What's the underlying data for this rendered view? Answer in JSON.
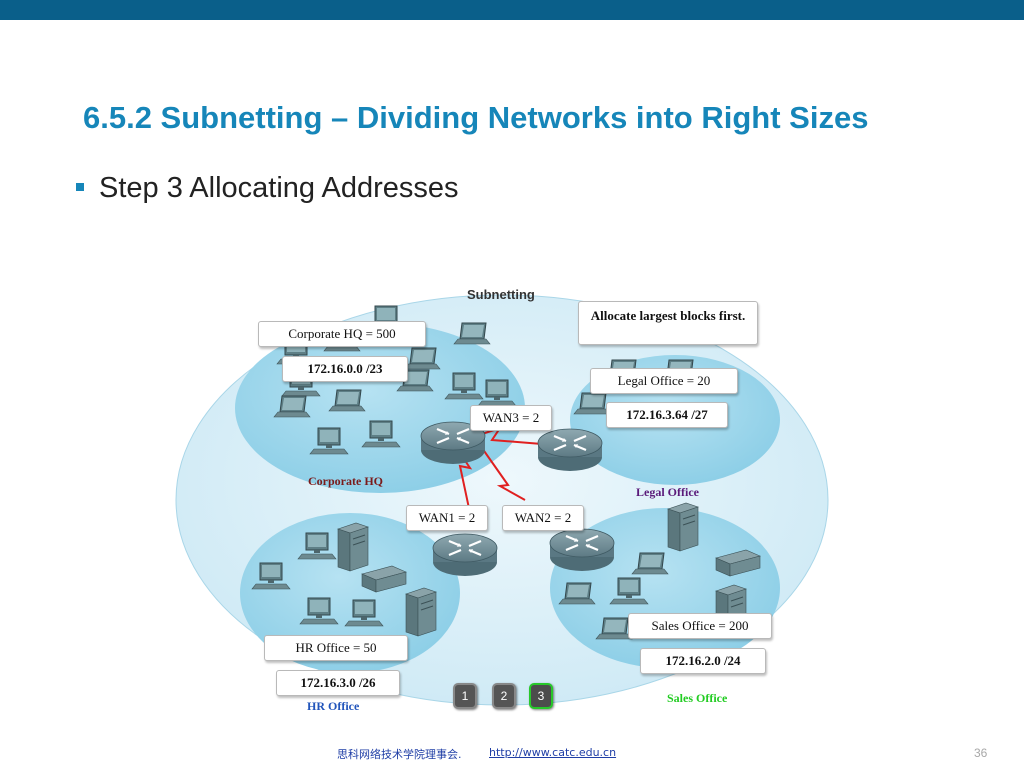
{
  "slide": {
    "title": "6.5.2 Subnetting – Dividing Networks into Right Sizes",
    "bullet": "Step 3 Allocating Addresses",
    "accent_color": "#1686b9",
    "bar_color": "#0a5f8a"
  },
  "diagram": {
    "heading": "Subnetting",
    "note": "Allocate largest blocks first.",
    "corporate": {
      "label": "Corporate HQ = 500",
      "address": "172.16.0.0 /23",
      "zone": "Corporate HQ"
    },
    "legal": {
      "label": "Legal Office = 20",
      "address": "172.16.3.64 /27",
      "zone": "Legal Office"
    },
    "hr": {
      "label": "HR Office = 50",
      "address": "172.16.3.0 /26",
      "zone": "HR Office"
    },
    "sales": {
      "label": "Sales Office = 200",
      "address": "172.16.2.0 /24",
      "zone": "Sales Office"
    },
    "wan": {
      "wan1": "WAN1 = 2",
      "wan2": "WAN2 = 2",
      "wan3": "WAN3 = 2"
    },
    "steps": [
      "1",
      "2",
      "3"
    ],
    "active_step": "3",
    "zone_colors": {
      "corporate": "#7a1a1a",
      "legal": "#5a1a7a",
      "hr": "#2255bb",
      "sales": "#22cc22"
    }
  },
  "footer": {
    "org": "思科网络技术学院理事会.",
    "link": "http://www.catc.edu.cn",
    "page": "36"
  }
}
